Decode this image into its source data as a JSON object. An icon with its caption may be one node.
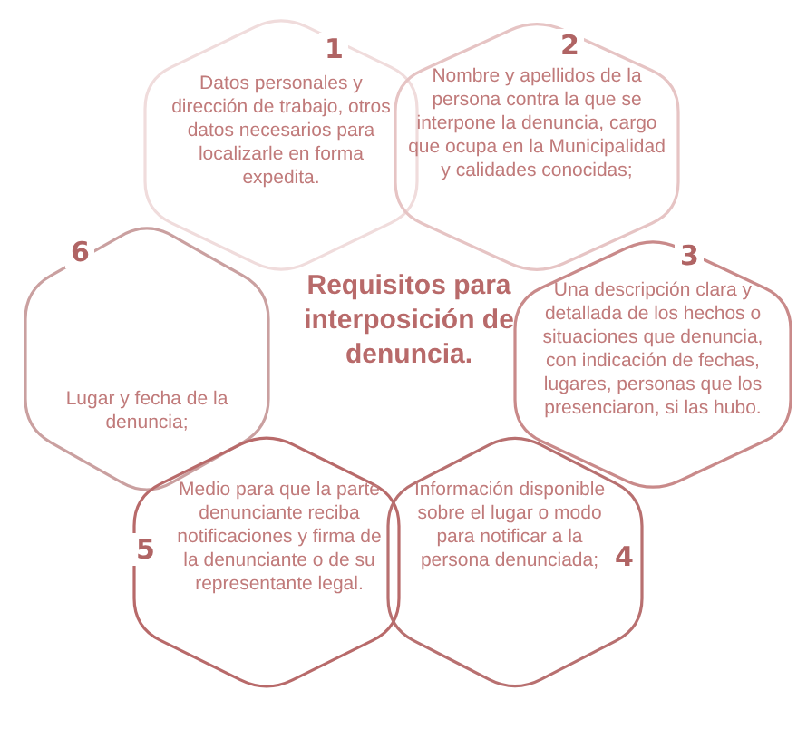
{
  "diagram": {
    "title": "Requisitos para interposición de denuncia.",
    "nodes": [
      {
        "text": [
          "1",
          "Datos personales y dirección de trabajo,  otros datos necesarios para localizarle en forma expedita."
        ]
      },
      {
        "text": [
          "2",
          "Nombre y apellidos de la persona contra la que se interpone la denuncia, cargo que ocupa en la Municipalidad y calidades conocidas;"
        ]
      },
      {
        "text": [
          "6",
          "Lugar y fecha de la denuncia;"
        ]
      },
      {
        "text": [
          "3",
          "Una descripción clara y detallada de los hechos o situaciones que denuncia, con indicación de fechas, lugares, personas que los presenciaron, si las hubo."
        ]
      },
      {
        "text": [
          "5",
          "Medio para que la parte denunciante reciba notificaciones y firma de la denunciante o de su representante legal."
        ]
      },
      {
        "text": [
          "Información disponible sobre el lugar o modo para notificar a la persona denunciada;",
          "4"
        ]
      }
    ]
  }
}
